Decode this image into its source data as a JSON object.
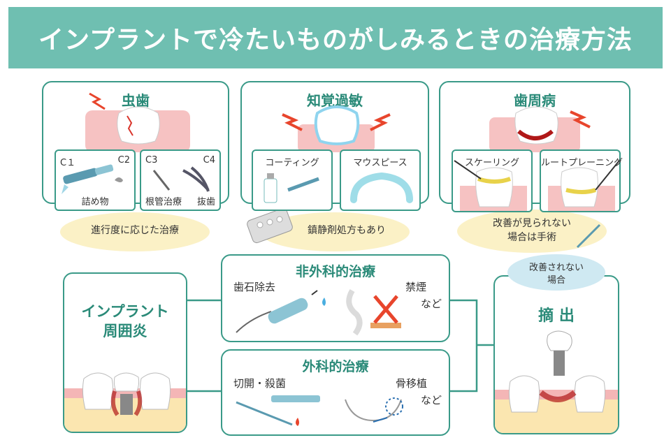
{
  "header": {
    "title": "インプラントで冷たいものがしみるときの治療方法"
  },
  "caries": {
    "title": "虫歯",
    "c1": "C１",
    "c2": "C2",
    "c3": "C3",
    "c4": "C4",
    "filling": "詰め物",
    "root_canal": "根管治療",
    "extraction_small": "抜歯",
    "note": "進行度に応じた治療"
  },
  "hypersensitivity": {
    "title": "知覚過敏",
    "coating": "コーティング",
    "mouthpiece": "マウスピース",
    "note": "鎮静剤処方もあり"
  },
  "periodontal": {
    "title": "歯周病",
    "scaling": "スケーリング",
    "root_planing": "ルートプレーニング",
    "note_line1": "改善が見られない",
    "note_line2": "場合は手術"
  },
  "peri_implantitis": {
    "title_line1": "インプラント",
    "title_line2": "周囲炎"
  },
  "non_surgical": {
    "title": "非外科的治療",
    "scaling": "歯石除去",
    "no_smoking": "禁煙",
    "etc": "など"
  },
  "surgical": {
    "title": "外科的治療",
    "incision": "切開・殺菌",
    "bone_graft": "骨移植",
    "etc": "など"
  },
  "removal": {
    "bubble_line1": "改善されない",
    "bubble_line2": "場合",
    "title": "摘 出"
  },
  "colors": {
    "accent": "#6fbfb1",
    "border": "#3a9a88",
    "title_text": "#2a8a78",
    "note_bg": "#fbf1c6",
    "gum": "#f2a7a7",
    "alert": "#e8452c"
  }
}
